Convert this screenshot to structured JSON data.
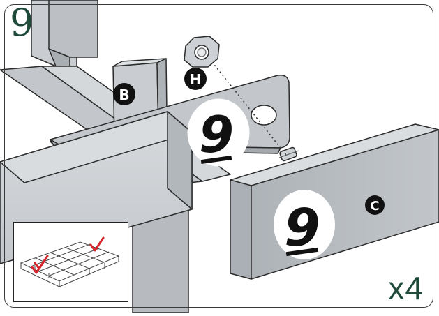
{
  "step": {
    "number": "9"
  },
  "quantity": {
    "label": "x4"
  },
  "callouts": {
    "part_b": "B",
    "part_h": "H",
    "part_c": "C"
  },
  "badges": {
    "step_badge_upper": "9",
    "step_badge_lower": "9"
  },
  "colors": {
    "accent_green": "#1f4a3a",
    "metal_gray": "#bfc3c8",
    "outline": "#2b2b2b",
    "check_red": "#d9262c"
  },
  "inset": {
    "description_icons": [
      "bed-frame-icon",
      "check-mark-icon",
      "check-mark-icon"
    ]
  }
}
